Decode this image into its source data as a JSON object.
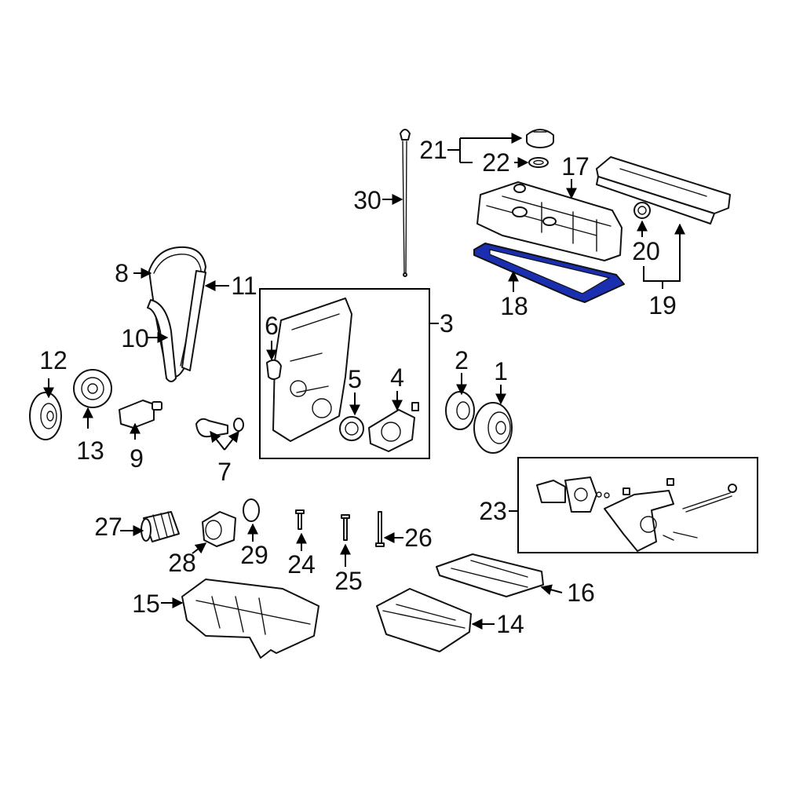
{
  "diagram": {
    "highlight_color": "#1a2fb0",
    "highlighted_part": "18",
    "callouts": {
      "c1": "1",
      "c2": "2",
      "c3": "3",
      "c4": "4",
      "c5": "5",
      "c6": "6",
      "c7": "7",
      "c8": "8",
      "c9": "9",
      "c10": "10",
      "c11": "11",
      "c12": "12",
      "c13": "13",
      "c14": "14",
      "c15": "15",
      "c16": "16",
      "c17": "17",
      "c18": "18",
      "c19": "19",
      "c20": "20",
      "c21": "21",
      "c22": "22",
      "c23": "23",
      "c24": "24",
      "c25": "25",
      "c26": "26",
      "c27": "27",
      "c28": "28",
      "c29": "29",
      "c30": "30"
    }
  }
}
